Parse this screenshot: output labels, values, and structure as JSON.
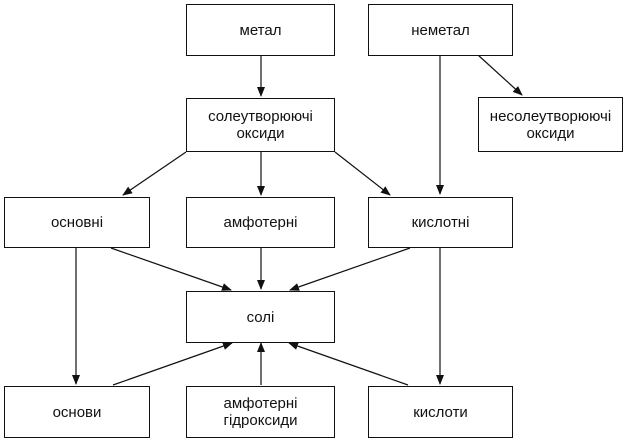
{
  "nodes": {
    "metal": "метал",
    "nonmetal": "неметал",
    "salt_forming_oxides": "солеутворюючі\nоксиди",
    "non_salt_forming_oxides": "несолеутворюючі\nоксиди",
    "basic": "основні",
    "amphoteric": "амфотерні",
    "acidic": "кислотні",
    "salts": "солі",
    "bases": "основи",
    "amphoteric_hydroxides": "амфотерні\nгідроксиди",
    "acids": "кислоти"
  },
  "edges": [
    [
      "metal",
      "salt_forming_oxides"
    ],
    [
      "nonmetal",
      "acidic"
    ],
    [
      "nonmetal",
      "non_salt_forming_oxides"
    ],
    [
      "salt_forming_oxides",
      "basic"
    ],
    [
      "salt_forming_oxides",
      "amphoteric"
    ],
    [
      "salt_forming_oxides",
      "acidic"
    ],
    [
      "basic",
      "salts"
    ],
    [
      "amphoteric",
      "salts"
    ],
    [
      "acidic",
      "salts"
    ],
    [
      "basic",
      "bases"
    ],
    [
      "acidic",
      "acids"
    ],
    [
      "bases",
      "salts"
    ],
    [
      "amphoteric_hydroxides",
      "salts"
    ],
    [
      "acids",
      "salts"
    ]
  ]
}
